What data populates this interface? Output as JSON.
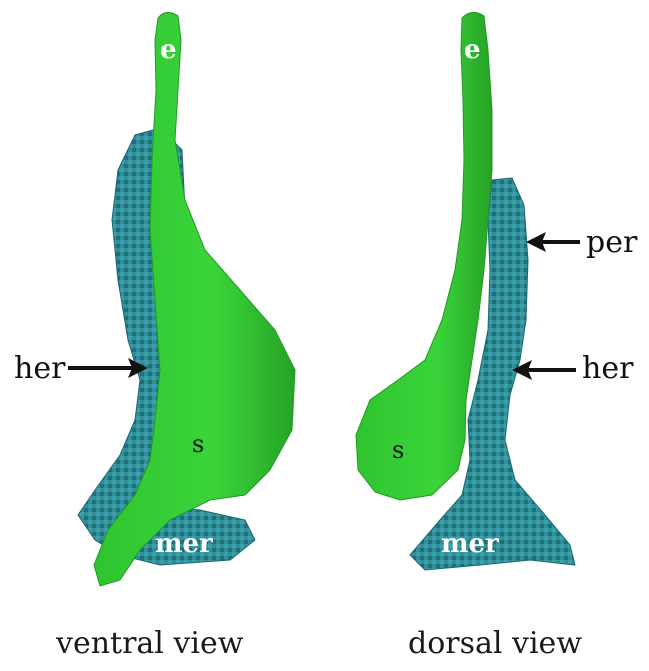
{
  "colors": {
    "stomach_green": "#33cc33",
    "stomach_shade": "#27a827",
    "mesentery_teal": "#2f8f9a",
    "mesentery_dark": "#1f6f78",
    "ink": "#111111",
    "background": "#ffffff"
  },
  "panels": [
    {
      "caption": "ventral view",
      "labels": {
        "esophagus": "e",
        "stomach": "s",
        "mesentery": "mer",
        "her": "her"
      }
    },
    {
      "caption": "dorsal view",
      "labels": {
        "esophagus": "e",
        "stomach": "s",
        "mesentery": "mer",
        "her": "her",
        "per": "per"
      }
    }
  ]
}
